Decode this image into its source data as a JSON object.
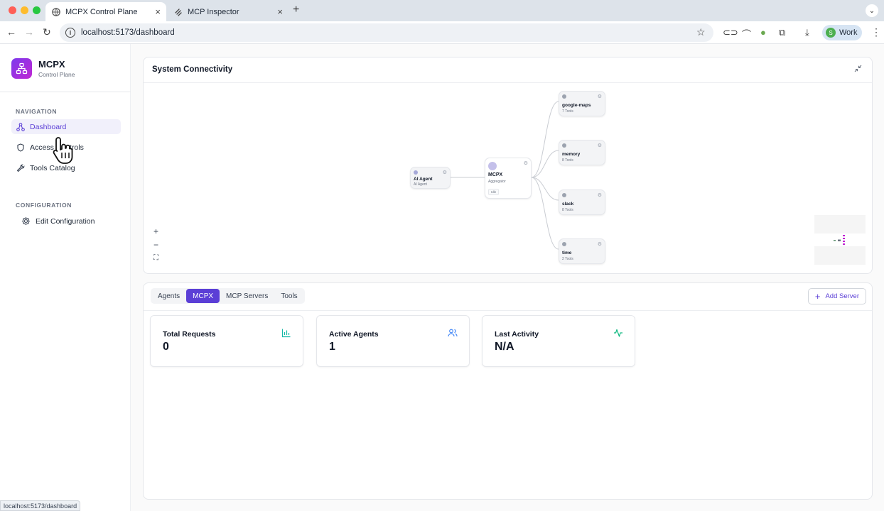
{
  "browser": {
    "tabs": [
      {
        "title": "MCPX Control Plane",
        "active": true
      },
      {
        "title": "MCP Inspector",
        "active": false
      }
    ],
    "url": "localhost:5173/dashboard",
    "profile": {
      "initial": "S",
      "name": "Work"
    },
    "status_url": "localhost:5173/dashboard"
  },
  "brand": {
    "name": "MCPX",
    "subtitle": "Control Plane"
  },
  "sidebar": {
    "sections": [
      {
        "label": "NAVIGATION",
        "items": [
          {
            "label": "Dashboard",
            "icon": "network-icon",
            "active": true
          },
          {
            "label": "Access Controls",
            "icon": "shield-icon",
            "active": false
          },
          {
            "label": "Tools Catalog",
            "icon": "wrench-icon",
            "active": false
          }
        ]
      },
      {
        "label": "CONFIGURATION",
        "items": [
          {
            "label": "Edit Configuration",
            "icon": "gear-icon",
            "active": false
          }
        ]
      }
    ]
  },
  "connectivity": {
    "title": "System Connectivity",
    "agent": {
      "name": "AI Agent",
      "sub": "AI Agent"
    },
    "hub": {
      "name": "MCPX",
      "sub": "Aggregator",
      "badge": "Idle"
    },
    "servers": [
      {
        "name": "google-maps",
        "tools": "7 Tools"
      },
      {
        "name": "memory",
        "tools": "8 Tools"
      },
      {
        "name": "slack",
        "tools": "8 Tools"
      },
      {
        "name": "time",
        "tools": "2 Tools"
      }
    ],
    "zoom_controls": [
      "+",
      "−",
      "⛶"
    ]
  },
  "tabs": [
    "Agents",
    "MCPX",
    "MCP Servers",
    "Tools"
  ],
  "active_tab": "MCPX",
  "add_server_label": "Add Server",
  "stats": [
    {
      "label": "Total Requests",
      "value": "0",
      "icon": "bar-chart-icon",
      "color": "#14b8a6"
    },
    {
      "label": "Active Agents",
      "value": "1",
      "icon": "users-icon",
      "color": "#3b82f6"
    },
    {
      "label": "Last Activity",
      "value": "N/A",
      "icon": "activity-icon",
      "color": "#10b981"
    }
  ],
  "colors": {
    "accent": "#5b3fd6",
    "brand_start": "#7c3aed",
    "brand_end": "#c026d3"
  }
}
